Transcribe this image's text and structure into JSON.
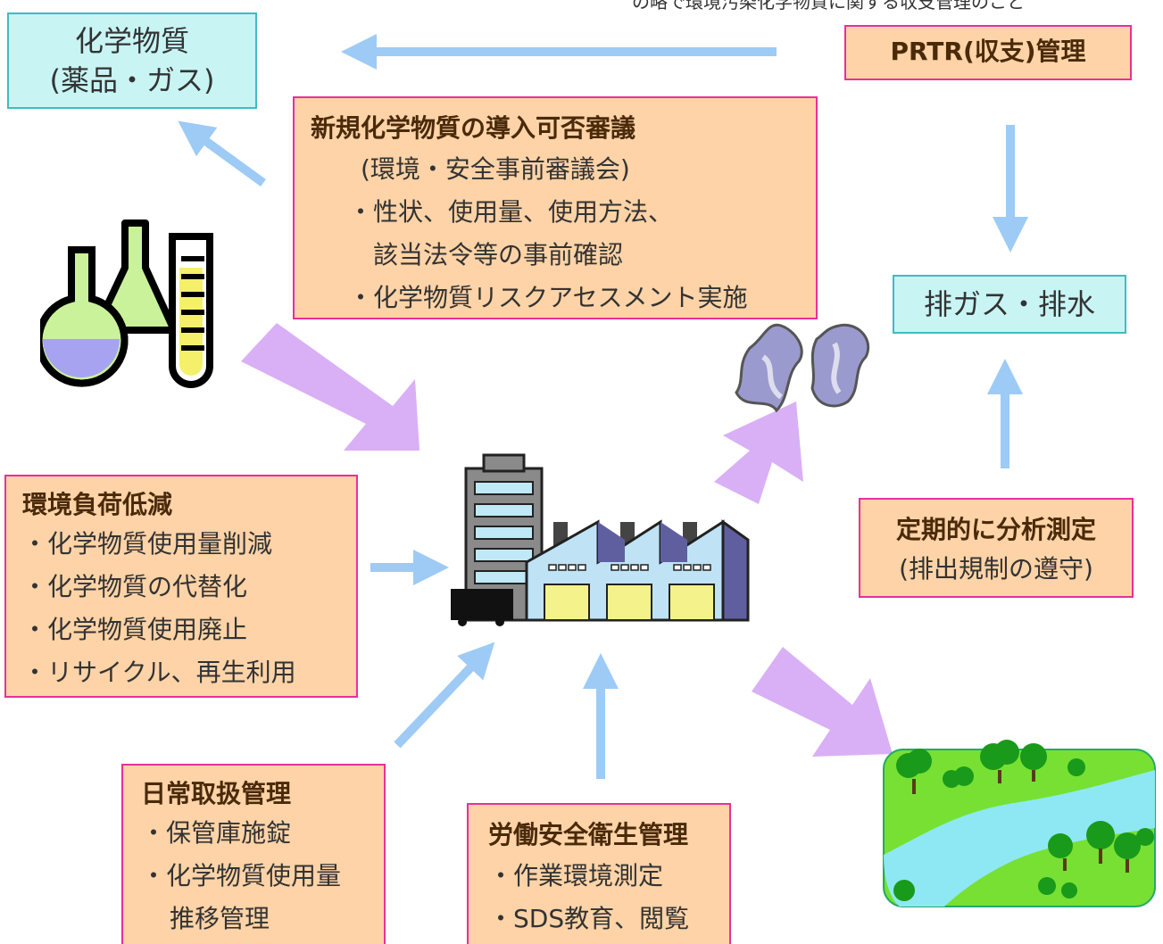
{
  "top_note": "の略で環境汚染化学物質に関する収支管理のこと",
  "chemicals_box": {
    "line1": "化学物質",
    "line2": "(薬品・ガス)"
  },
  "prtr_box": {
    "title": "PRTR(収支)管理"
  },
  "exhaust_box": {
    "label": "排ガス・排水"
  },
  "new_chem_box": {
    "title": "新規化学物質の導入可否審議",
    "subtitle": "(環境・安全事前審議会)",
    "items": [
      "・性状、使用量、使用方法、",
      "該当法令等の事前確認",
      "・化学物質リスクアセスメント実施"
    ]
  },
  "env_box": {
    "title": "環境負荷低減",
    "items": [
      "・化学物質使用量削減",
      "・化学物質の代替化",
      "・化学物質使用廃止",
      "・リサイクル、再生利用"
    ]
  },
  "analysis_box": {
    "title": "定期的に分析測定",
    "subtitle": "(排出規制の遵守)"
  },
  "daily_box": {
    "title": "日常取扱管理",
    "items": [
      "・保管庫施錠",
      "・化学物質使用量",
      "推移管理"
    ]
  },
  "labor_box": {
    "title": "労働安全衛生管理",
    "items": [
      "・作業環境測定",
      "・SDS教育、閲覧"
    ]
  },
  "colors": {
    "blue_arrow": "#9dcbf5",
    "purple_arrow": "#d9b0f5",
    "box_border": "#e8309a",
    "box_fill": "#fdd3a7",
    "cyan_fill": "#c8f4f4"
  },
  "icons": [
    "lab-glassware-icon",
    "factory-icon",
    "smoke-icon",
    "river-landscape-icon"
  ]
}
